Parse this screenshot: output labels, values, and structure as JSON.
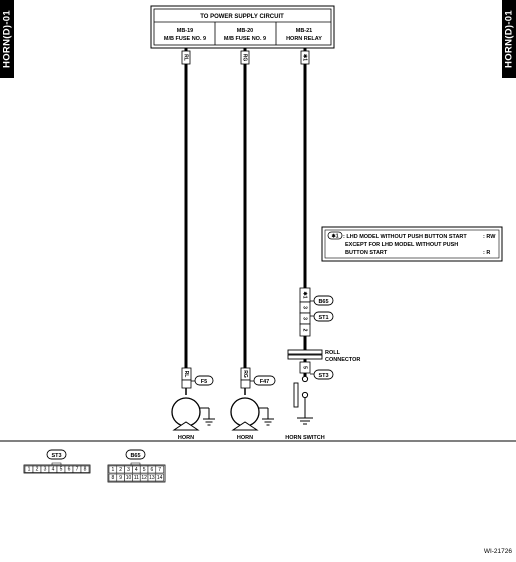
{
  "side_tabs": {
    "left": "HORN(D)-01",
    "right": "HORN(D)-01"
  },
  "power_box": {
    "title": "TO POWER SUPPLY CIRCUIT",
    "cells": [
      {
        "line1": "MB-19",
        "line2": "M/B FUSE NO. 9"
      },
      {
        "line1": "MB-20",
        "line2": "M/B FUSE NO. 9"
      },
      {
        "line1": "MB-21",
        "line2": "HORN RELAY"
      }
    ]
  },
  "wire_codes": {
    "wire1": "RL",
    "wire2": "RG",
    "wire3": "✱1"
  },
  "note": {
    "tag": "✱1",
    "line1": ": LHD MODEL WITHOUT PUSH BUTTON START",
    "line1_code": ": RW",
    "line2": "EXCEPT FOR LHD MODEL WITHOUT PUSH",
    "line3": "BUTTON START",
    "line3_code": ": R"
  },
  "connectors": {
    "b65": "B65",
    "b65_pin_top": "✱1",
    "b65_pin_bottom": "3",
    "st1": "ST1",
    "st1_pin_top": "3",
    "st1_pin_bottom": "2",
    "st3": "ST3",
    "st3_pin": "5",
    "f5": "F5",
    "f5_wire": "RL",
    "f47": "F47",
    "f47_wire": "RG"
  },
  "roll_connector": {
    "line1": "ROLL",
    "line2": "CONNECTOR"
  },
  "components": {
    "horn1": "HORN",
    "horn2": "HORN",
    "horn_switch": "HORN SWITCH"
  },
  "legend": {
    "st3_label": "ST3",
    "st3_pins": [
      "1",
      "2",
      "3",
      "4",
      "5",
      "6",
      "7",
      "8"
    ],
    "b65_label": "B65",
    "b65_pins_top": [
      "1",
      "2",
      "3",
      "4",
      "5",
      "6",
      "7"
    ],
    "b65_pins_bottom": [
      "8",
      "9",
      "10",
      "11",
      "12",
      "13",
      "14"
    ]
  },
  "figure_id": "WI-21726"
}
